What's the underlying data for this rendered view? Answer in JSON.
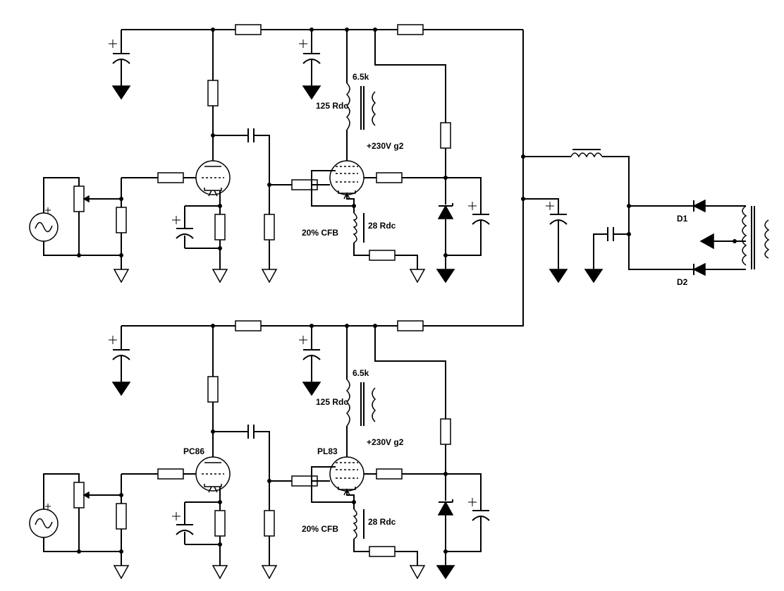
{
  "colors": {
    "ink": "#000000",
    "background": "#ffffff"
  },
  "channel_upper": {
    "tube1_label": "",
    "tube2_label": "",
    "plate_impedance": "6.5k",
    "primary_rdc": "125 Rdc",
    "screen_voltage": "+230V g2",
    "cathode_feedback": "20% CFB",
    "cathode_winding_rdc": "28 Rdc"
  },
  "channel_lower": {
    "tube1_label": "PC86",
    "tube2_label": "PL83",
    "plate_impedance": "6.5k",
    "primary_rdc": "125 Rdc",
    "screen_voltage": "+230V g2",
    "cathode_feedback": "20% CFB",
    "cathode_winding_rdc": "28 Rdc"
  },
  "power_supply": {
    "diode_1": "D1",
    "diode_2": "D2"
  }
}
